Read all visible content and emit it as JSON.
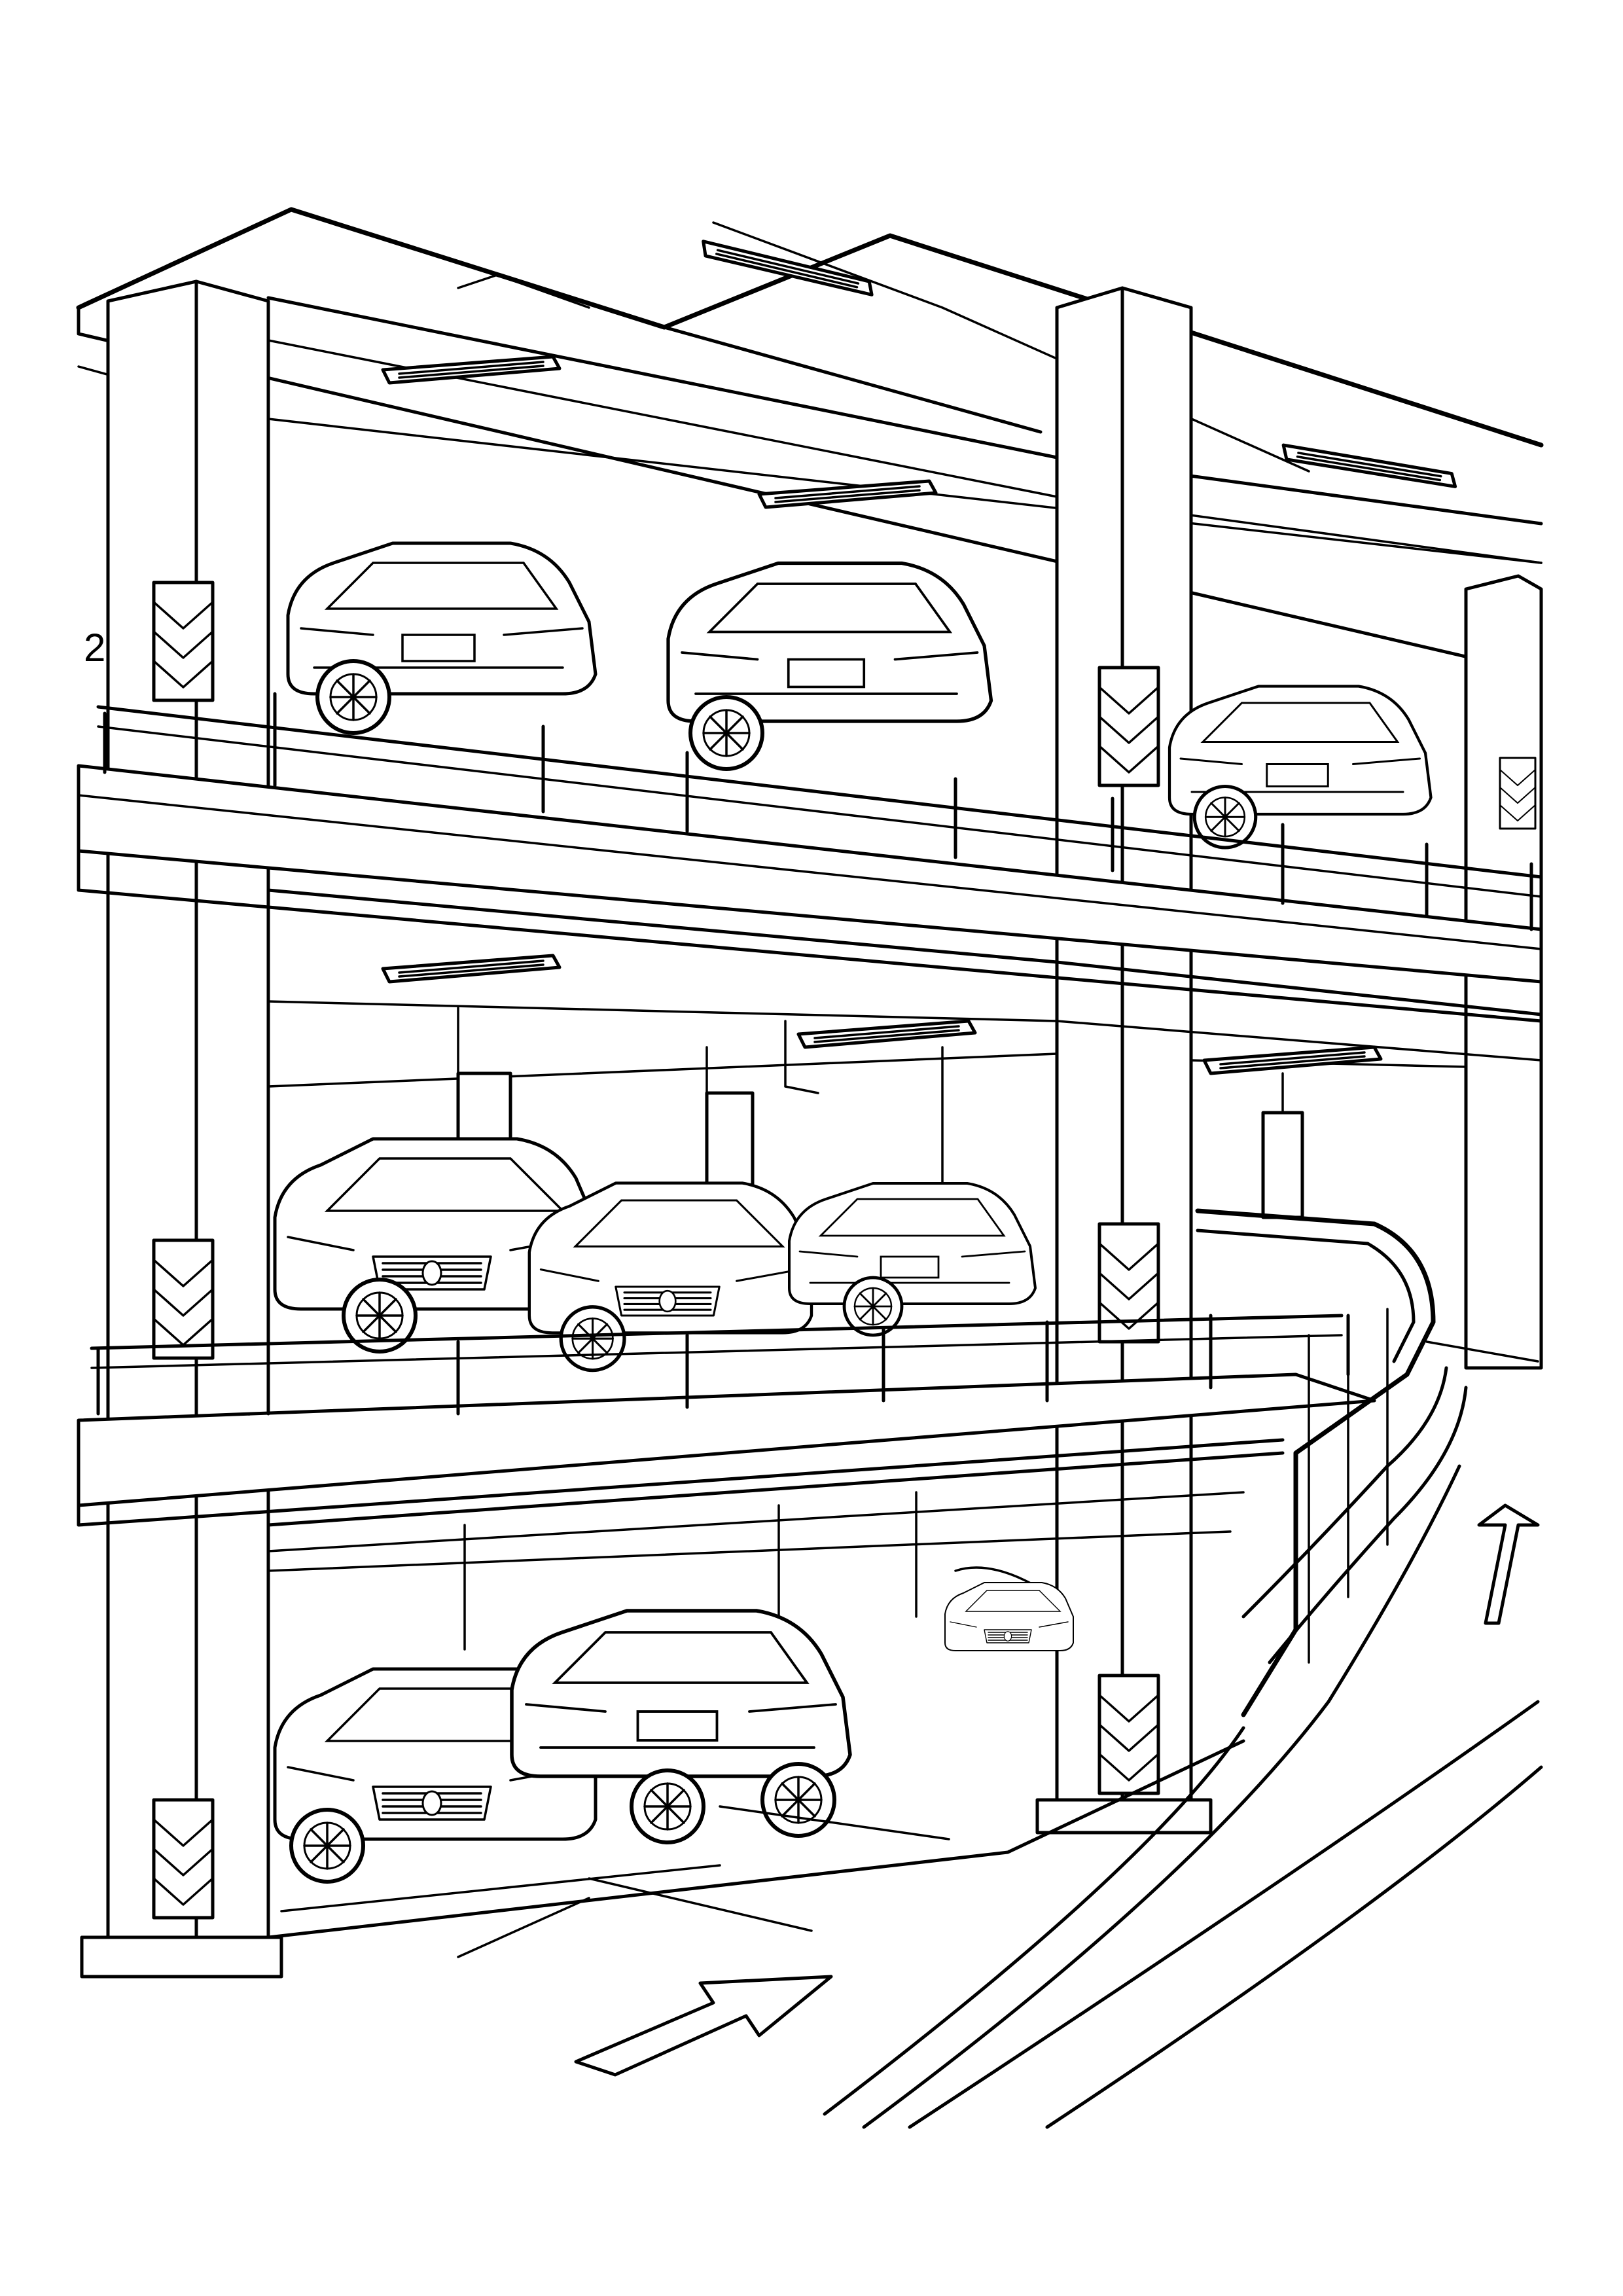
{
  "scene": {
    "subject": "multi-storey-parking-garage",
    "style": "black-and-white line art",
    "levels": 3,
    "ink_color": "#000000",
    "paper_color": "#ffffff"
  },
  "level_markers": [
    {
      "level": "top",
      "text": "2"
    }
  ],
  "road_arrows": [
    {
      "icon": "arrow-up-icon"
    },
    {
      "icon": "arrow-right-icon"
    }
  ]
}
